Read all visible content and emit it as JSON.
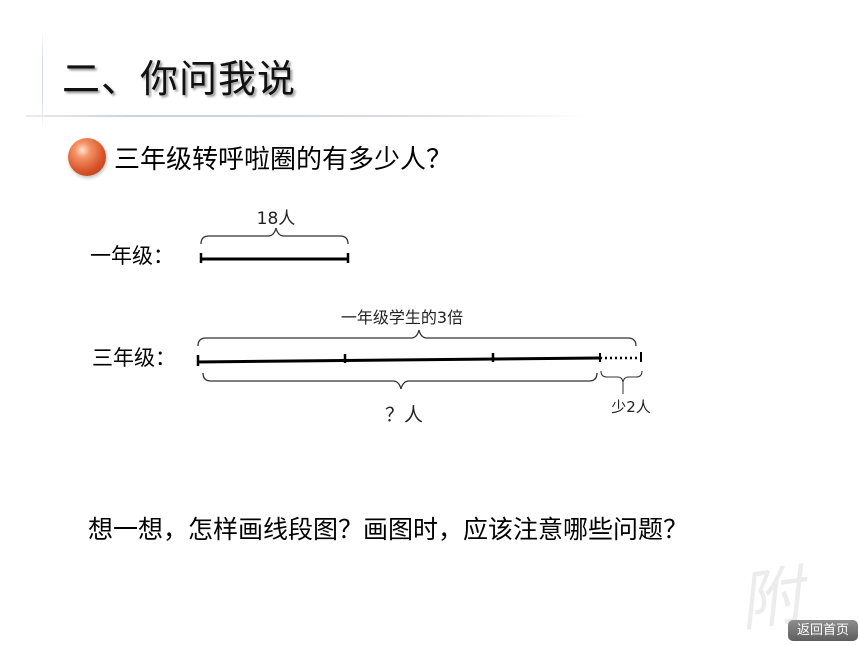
{
  "slide": {
    "title": "二、你问我说",
    "question": "三年级转呼啦圈的有多少人？",
    "prompt": "想一想，怎样画线段图？画图时，应该注意哪些问题？"
  },
  "diagram": {
    "grade1": {
      "label": "一年级：",
      "brace_label": "18人"
    },
    "grade3": {
      "label": "三年级：",
      "top_brace_label": "一年级学生的3倍",
      "bottom_brace_label": "？人",
      "less_label": "少2人"
    }
  },
  "nav": {
    "home_label": "返回首页"
  }
}
